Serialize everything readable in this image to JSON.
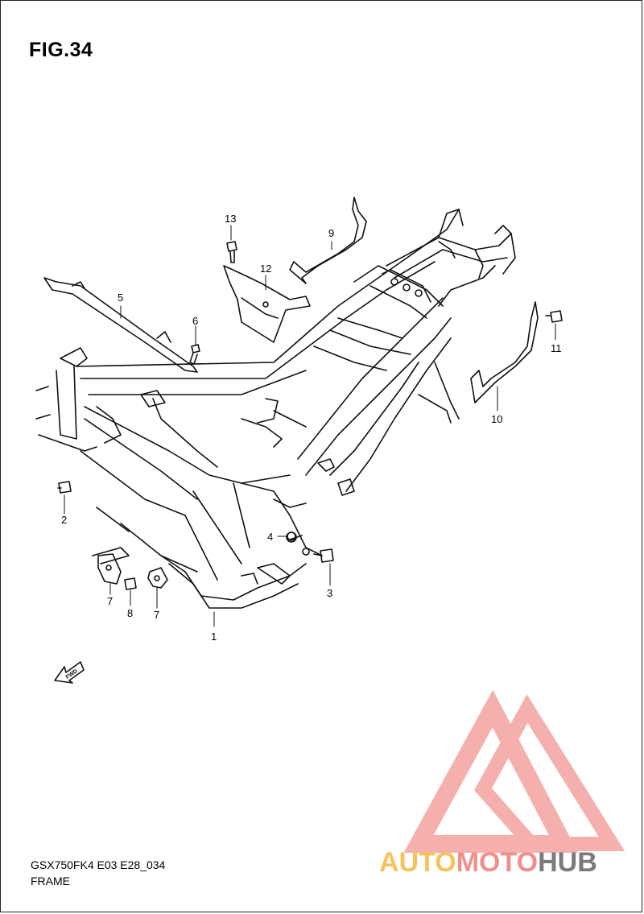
{
  "figure": {
    "label": "FIG.34"
  },
  "footer": {
    "model_code": "GSX750FK4 E03 E28_034",
    "section_title": "FRAME"
  },
  "watermark": {
    "part1": "AUTO",
    "part2": "MOTO",
    "part3": "HUB",
    "logo_color": "#f4a3a0"
  },
  "fwd_arrow": {
    "label": "FWD"
  },
  "callouts": [
    {
      "num": "1"
    },
    {
      "num": "2"
    },
    {
      "num": "3"
    },
    {
      "num": "4"
    },
    {
      "num": "5"
    },
    {
      "num": "6"
    },
    {
      "num": "7"
    },
    {
      "num": "7"
    },
    {
      "num": "8"
    },
    {
      "num": "9"
    },
    {
      "num": "10"
    },
    {
      "num": "11"
    },
    {
      "num": "12"
    },
    {
      "num": "13"
    }
  ]
}
